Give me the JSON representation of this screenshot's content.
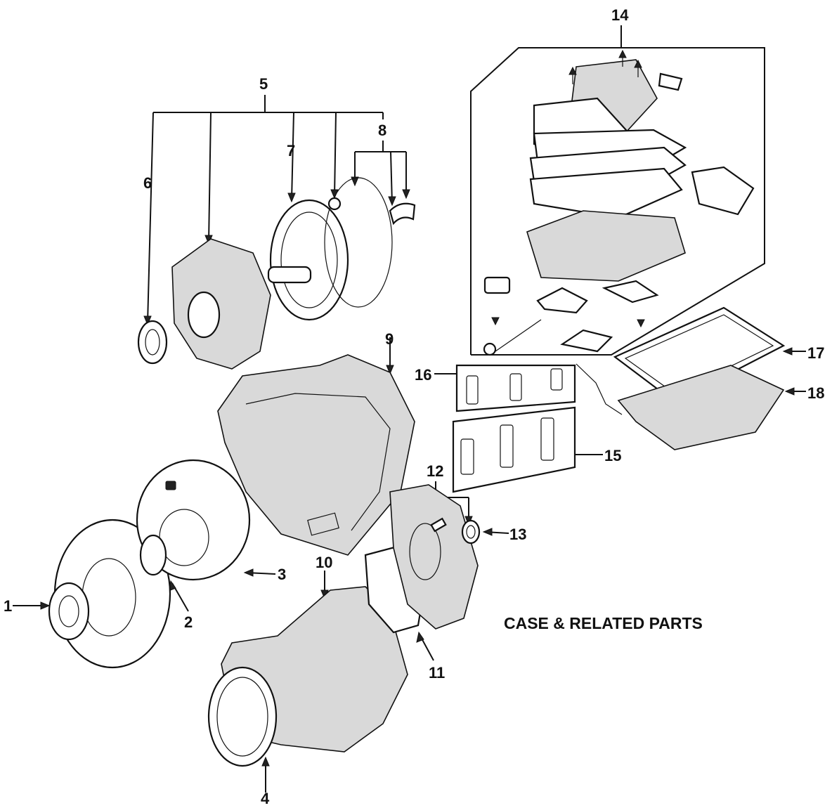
{
  "diagram": {
    "title": "CASE & RELATED PARTS",
    "callouts": {
      "c1": "1",
      "c2": "2",
      "c3": "3",
      "c4": "4",
      "c5": "5",
      "c6": "6",
      "c7": "7",
      "c8": "8",
      "c9": "9",
      "c10": "10",
      "c11": "11",
      "c12": "12",
      "c13": "13",
      "c14": "14",
      "c15": "15",
      "c16": "16",
      "c17": "17",
      "c18": "18"
    }
  }
}
